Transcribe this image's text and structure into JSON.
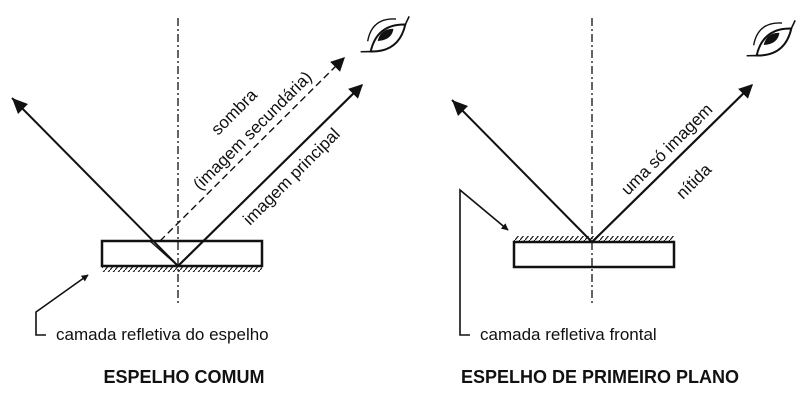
{
  "left_diagram": {
    "label_shadow_line1": "sombra",
    "label_shadow_line2": "(imagem secundária)",
    "label_main_image": "imagem principal",
    "label_layer": "camada refletiva do espelho",
    "caption": "ESPELHO COMUM"
  },
  "right_diagram": {
    "label_image_line1": "uma só imagem",
    "label_image_line2": "nítida",
    "label_layer": "camada refletiva frontal",
    "caption": "ESPELHO DE PRIMEIRO PLANO"
  },
  "colors": {
    "ink": "#111111",
    "background": "#ffffff"
  }
}
